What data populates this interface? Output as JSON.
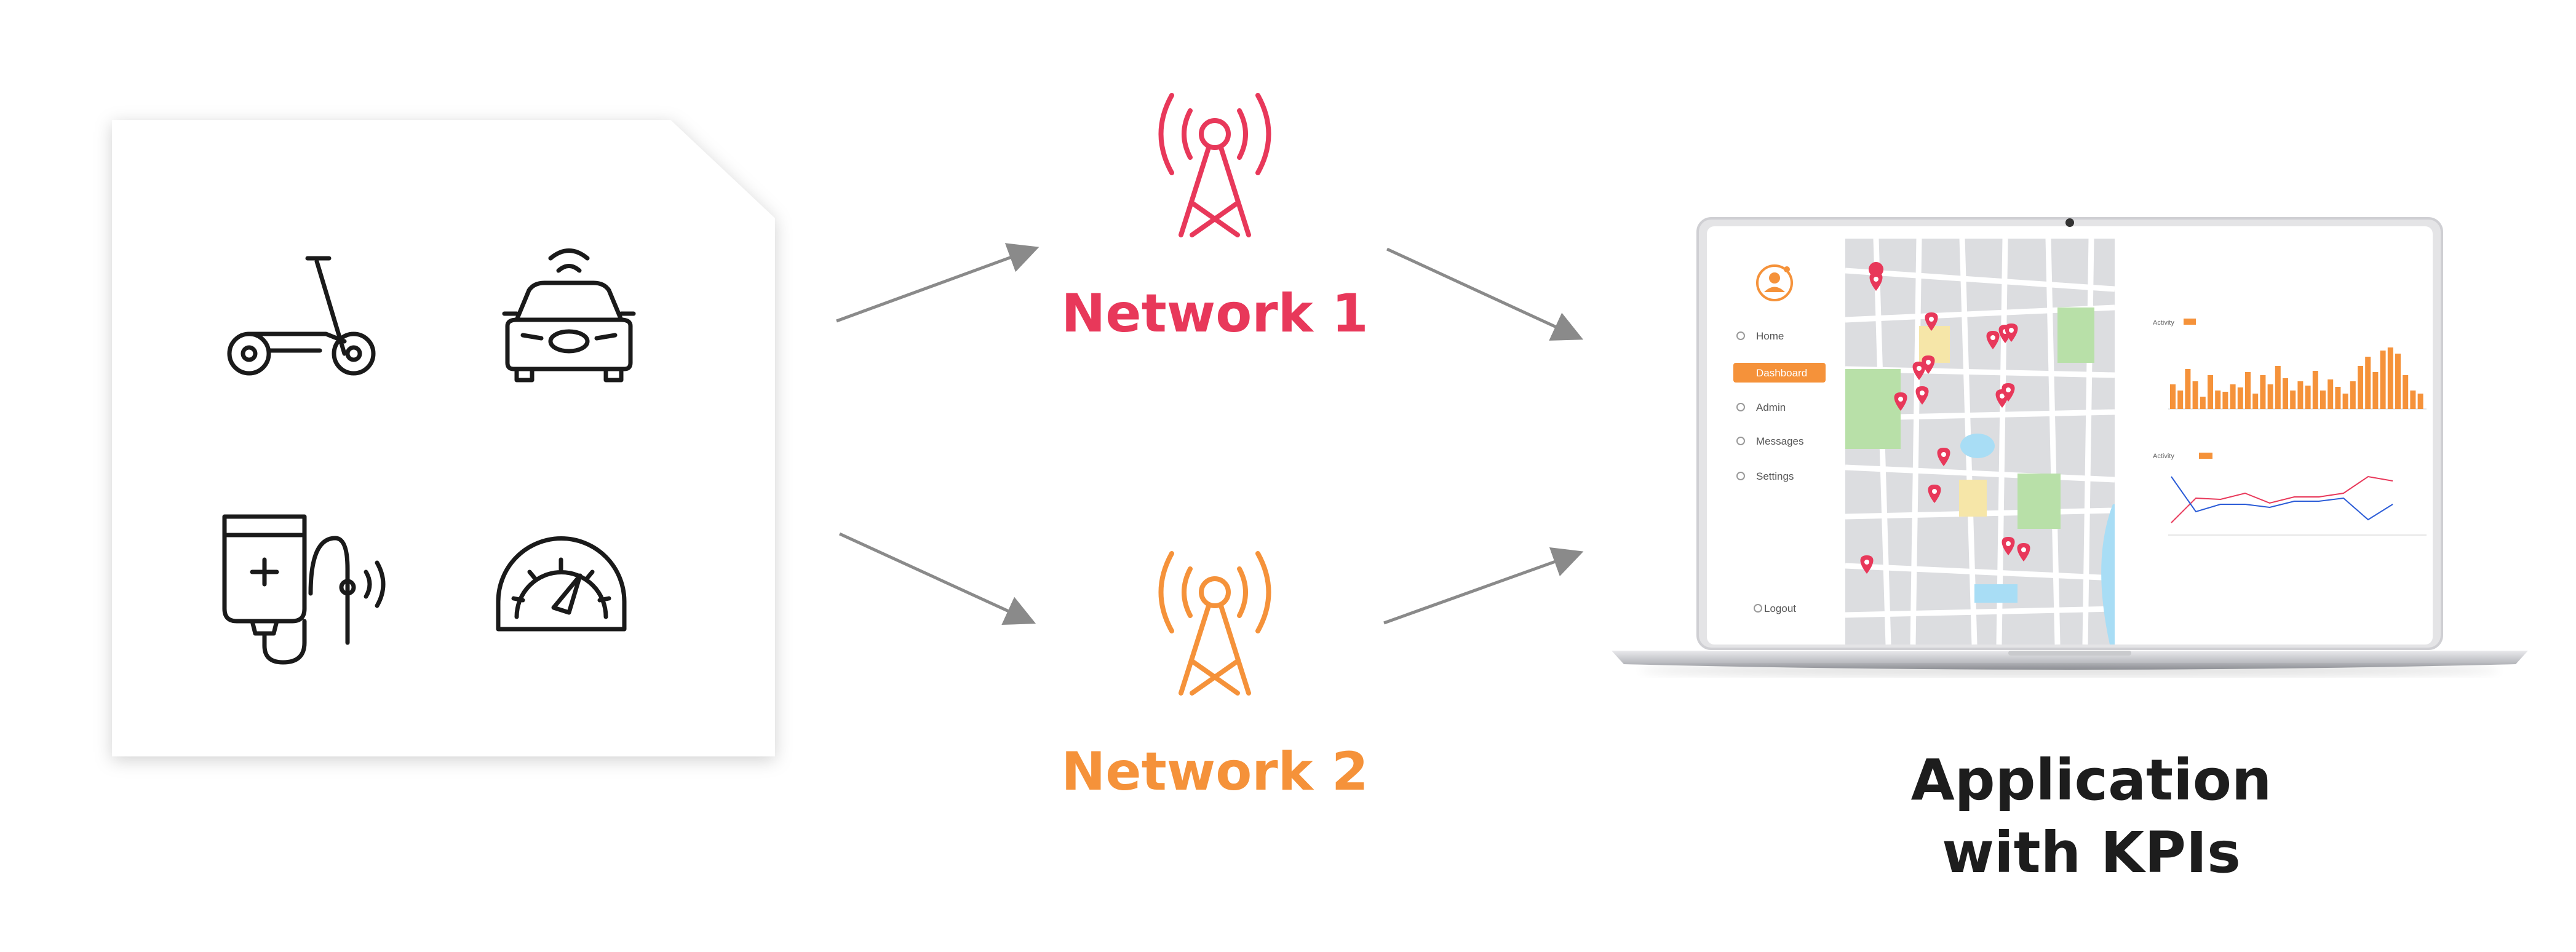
{
  "networks": [
    {
      "label": "Network 1",
      "color": "#e8385a"
    },
    {
      "label": "Network 2",
      "color": "#f5923a"
    }
  ],
  "app_label_lines": [
    "Application",
    "with KPIs"
  ],
  "devices": [
    "scooter-icon",
    "connected-car-icon",
    "medical-drip-icon",
    "speedometer-icon"
  ],
  "colors": {
    "arrow": "#8a8a8a",
    "icon_stroke": "#1a1a1a",
    "accent_orange": "#f5923a",
    "pin_red": "#e8385a"
  },
  "dashboard": {
    "menu": [
      {
        "label": "Home"
      },
      {
        "label": "Dashboard"
      },
      {
        "label": "Admin"
      },
      {
        "label": "Messages"
      },
      {
        "label": "Settings"
      }
    ],
    "logout": "Logout",
    "bar_chart_title": "Activity",
    "line_chart_title": "Activity"
  }
}
